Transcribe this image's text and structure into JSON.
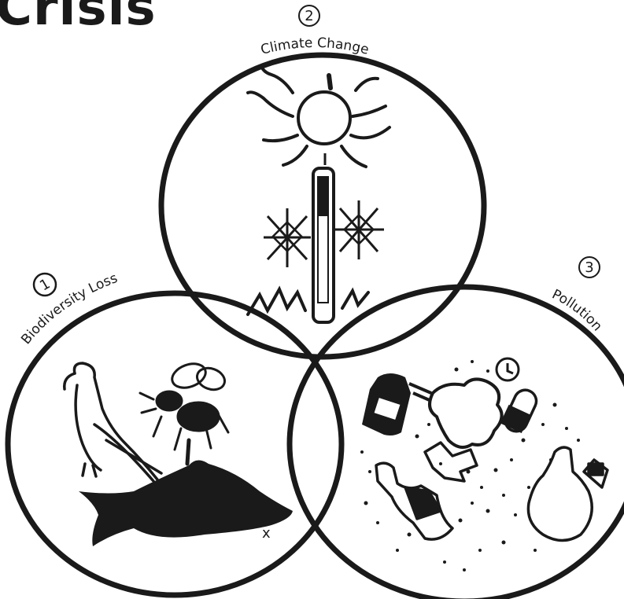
{
  "title": "Crisis",
  "circles": {
    "climate": {
      "number": "2",
      "label": "Climate Change"
    },
    "biodiversity": {
      "number": "1",
      "label": "Biodiversity Loss"
    },
    "pollution": {
      "number": "3",
      "label": "Pollution"
    }
  },
  "annotations": {
    "whale_mark": "x"
  },
  "colors": {
    "ink": "#1a1a1a",
    "background": "#ffffff"
  }
}
